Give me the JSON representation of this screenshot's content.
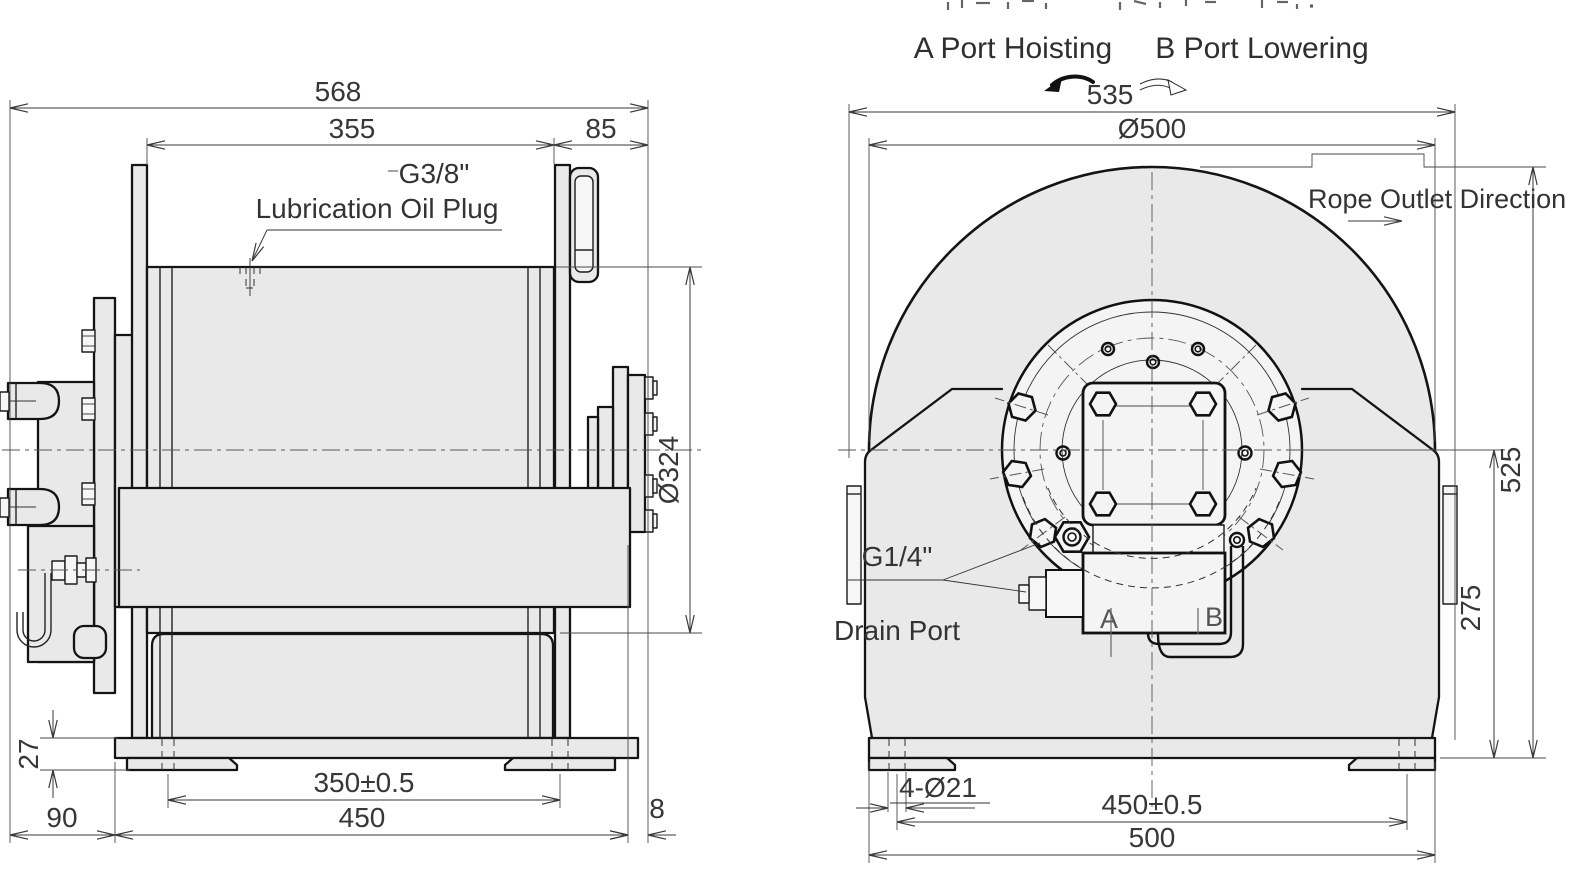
{
  "drawing": {
    "type": "engineering-drawing",
    "subject": "hydraulic winch, side view and end view"
  },
  "left_view": {
    "dims": {
      "overall_width": "568",
      "drum_length": "355",
      "bracket_width": "85",
      "drum_diameter": "Ø324",
      "foot_height": "27",
      "motor_offset": "90",
      "foot_hole_spacing": "350±0.5",
      "base_width": "450",
      "edge_offset": "8"
    },
    "labels": {
      "plug_thread": "G3/8\"",
      "plug_name": "Lubrication Oil Plug"
    }
  },
  "right_view": {
    "dims": {
      "frame_width": "535",
      "flange_diameter": "Ø500",
      "overall_height": "525",
      "center_height": "275",
      "mount_holes": "4-Ø21",
      "hole_spacing": "450±0.5",
      "base_width": "500"
    },
    "labels": {
      "port_a": "A Port Hoisting",
      "port_b": "B Port Lowering",
      "rope_outlet": "Rope Outlet Direction",
      "drain_thread": "G1/4\"",
      "drain_name": "Drain Port",
      "valve_port_a": "A",
      "valve_port_b": "B"
    }
  }
}
